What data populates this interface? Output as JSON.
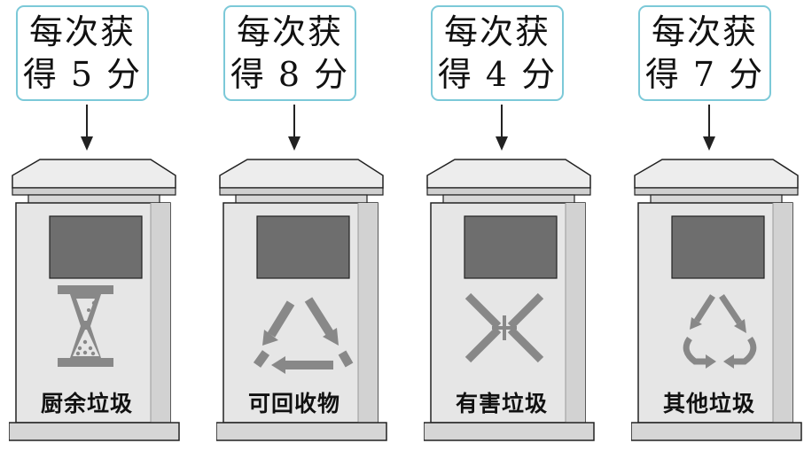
{
  "bins": [
    {
      "line1": "每次获",
      "line2": "得 5 分",
      "caption": "厨余垃圾",
      "icon": "kitchen-waste-icon"
    },
    {
      "line1": "每次获",
      "line2": "得 8 分",
      "caption": "可回收物",
      "icon": "recyclable-icon"
    },
    {
      "line1": "每次获",
      "line2": "得 4 分",
      "caption": "有害垃圾",
      "icon": "hazardous-waste-icon"
    },
    {
      "line1": "每次获",
      "line2": "得 7 分",
      "caption": "其他垃圾",
      "icon": "other-waste-icon"
    }
  ],
  "colors": {
    "box_border": "#7cc9d8",
    "bin_body": "#e6e6e6",
    "bin_window": "#6e6e6e",
    "icon": "#888888"
  }
}
